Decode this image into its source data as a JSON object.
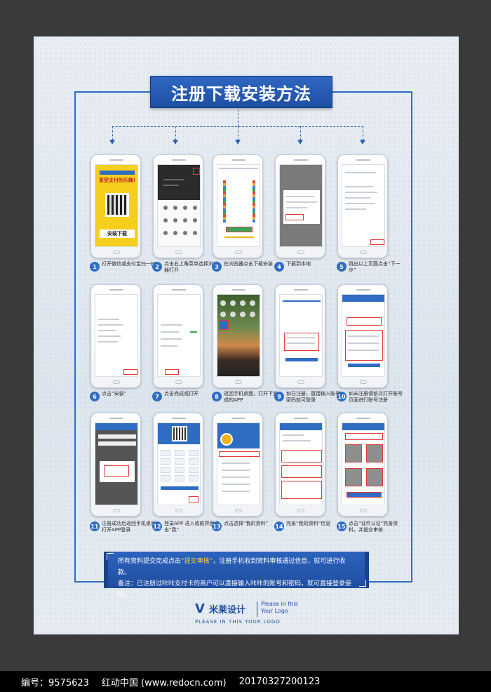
{
  "title": "注册下载安装方法",
  "steps": [
    {
      "num": "1",
      "text": "打开微信或支付宝扫一扫"
    },
    {
      "num": "2",
      "text": "点击右上角菜单选择浏览器打开"
    },
    {
      "num": "3",
      "text": "在浏览器点击下载安装"
    },
    {
      "num": "4",
      "text": "下载到本地"
    },
    {
      "num": "5",
      "text": "跳出以上页面点击“下一步”"
    },
    {
      "num": "6",
      "text": "点击“安装”"
    },
    {
      "num": "7",
      "text": "点击完成或打开"
    },
    {
      "num": "8",
      "text": "返回手机桌面，打开下完成的APP"
    },
    {
      "num": "9",
      "text": "如已注册，直接输入账号密码就可登录"
    },
    {
      "num": "10",
      "text": "如未注册请依次打开账号页面进行账号注册"
    },
    {
      "num": "11",
      "text": "注册成功后返回手机桌面打开APP登录"
    },
    {
      "num": "12",
      "text": "登录APP 进入收款界面点击“我”"
    },
    {
      "num": "13",
      "text": "点击选择“我的资料”"
    },
    {
      "num": "14",
      "text": "完善“我的资料”信息"
    },
    {
      "num": "15",
      "text": "点击“证件认证”完善资料，并提交审核"
    }
  ],
  "screens": {
    "s1_headline": "享受支付的乐趣!",
    "s1_button": "安装下载"
  },
  "notice": {
    "line1_a": "所有资料提交完成点击",
    "line1_b": "“提交审核”",
    "line1_c": "，注册手机收到资料审核通过信息，就可进行收款。",
    "line2": "备注：已注册过咔咔支付卡的商户可以直接输入咔咔的账号和密码，就可直接登录使用。"
  },
  "logo": {
    "name": "米莱设计",
    "tagline_1": "Please in this",
    "tagline_2": "Your Logo",
    "sub": "PLEASE IN THIS YOUR LOGO"
  },
  "footer": {
    "id_label": "编号：9575623",
    "site": "红动中国 (www.redocn.com)",
    "timestamp": "20170327200123"
  },
  "colors": {
    "brand_blue": "#2f6cc4",
    "highlight_red": "#e23b3b",
    "accent_yellow": "#ffd23a"
  }
}
